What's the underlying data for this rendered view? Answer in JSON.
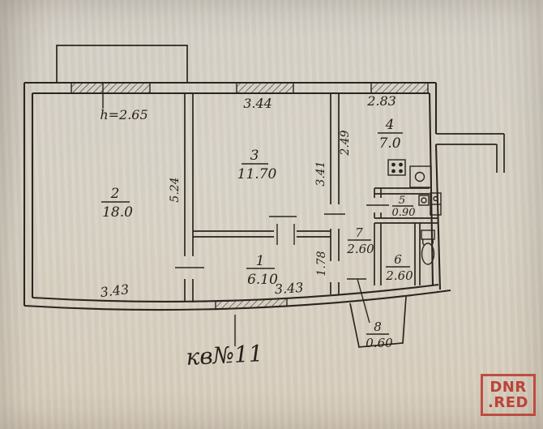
{
  "document": {
    "apartment_label": "кв№11"
  },
  "plan": {
    "ceiling_height": "h=2.65",
    "rooms": {
      "r1": {
        "number": "1",
        "area": "6.10"
      },
      "r2": {
        "number": "2",
        "area": "18.0"
      },
      "r3": {
        "number": "3",
        "area": "11.70"
      },
      "r4": {
        "number": "4",
        "area": "7.0"
      },
      "r5": {
        "number": "5",
        "area": "0.90"
      },
      "r6": {
        "number": "6",
        "area": "2.60"
      },
      "r7": {
        "number": "7",
        "area": "2.60"
      },
      "r8": {
        "number": "8",
        "area": "0.60"
      }
    },
    "dimensions": {
      "room3_width_top": "3.44",
      "room4_width_top": "2.83",
      "room4_depth": "2.49",
      "room3_depth": "3.41",
      "room2_depth": "5.24",
      "room1_depth": "1.78",
      "room2_width_bottom": "3.43",
      "room1_width_bottom": "3.43"
    }
  },
  "watermark": {
    "line1": "DNR",
    "line2": ".RED"
  },
  "colors": {
    "ink": "#2b2520",
    "paper": "#d6d0c2",
    "watermark_red": "#ba372d"
  }
}
